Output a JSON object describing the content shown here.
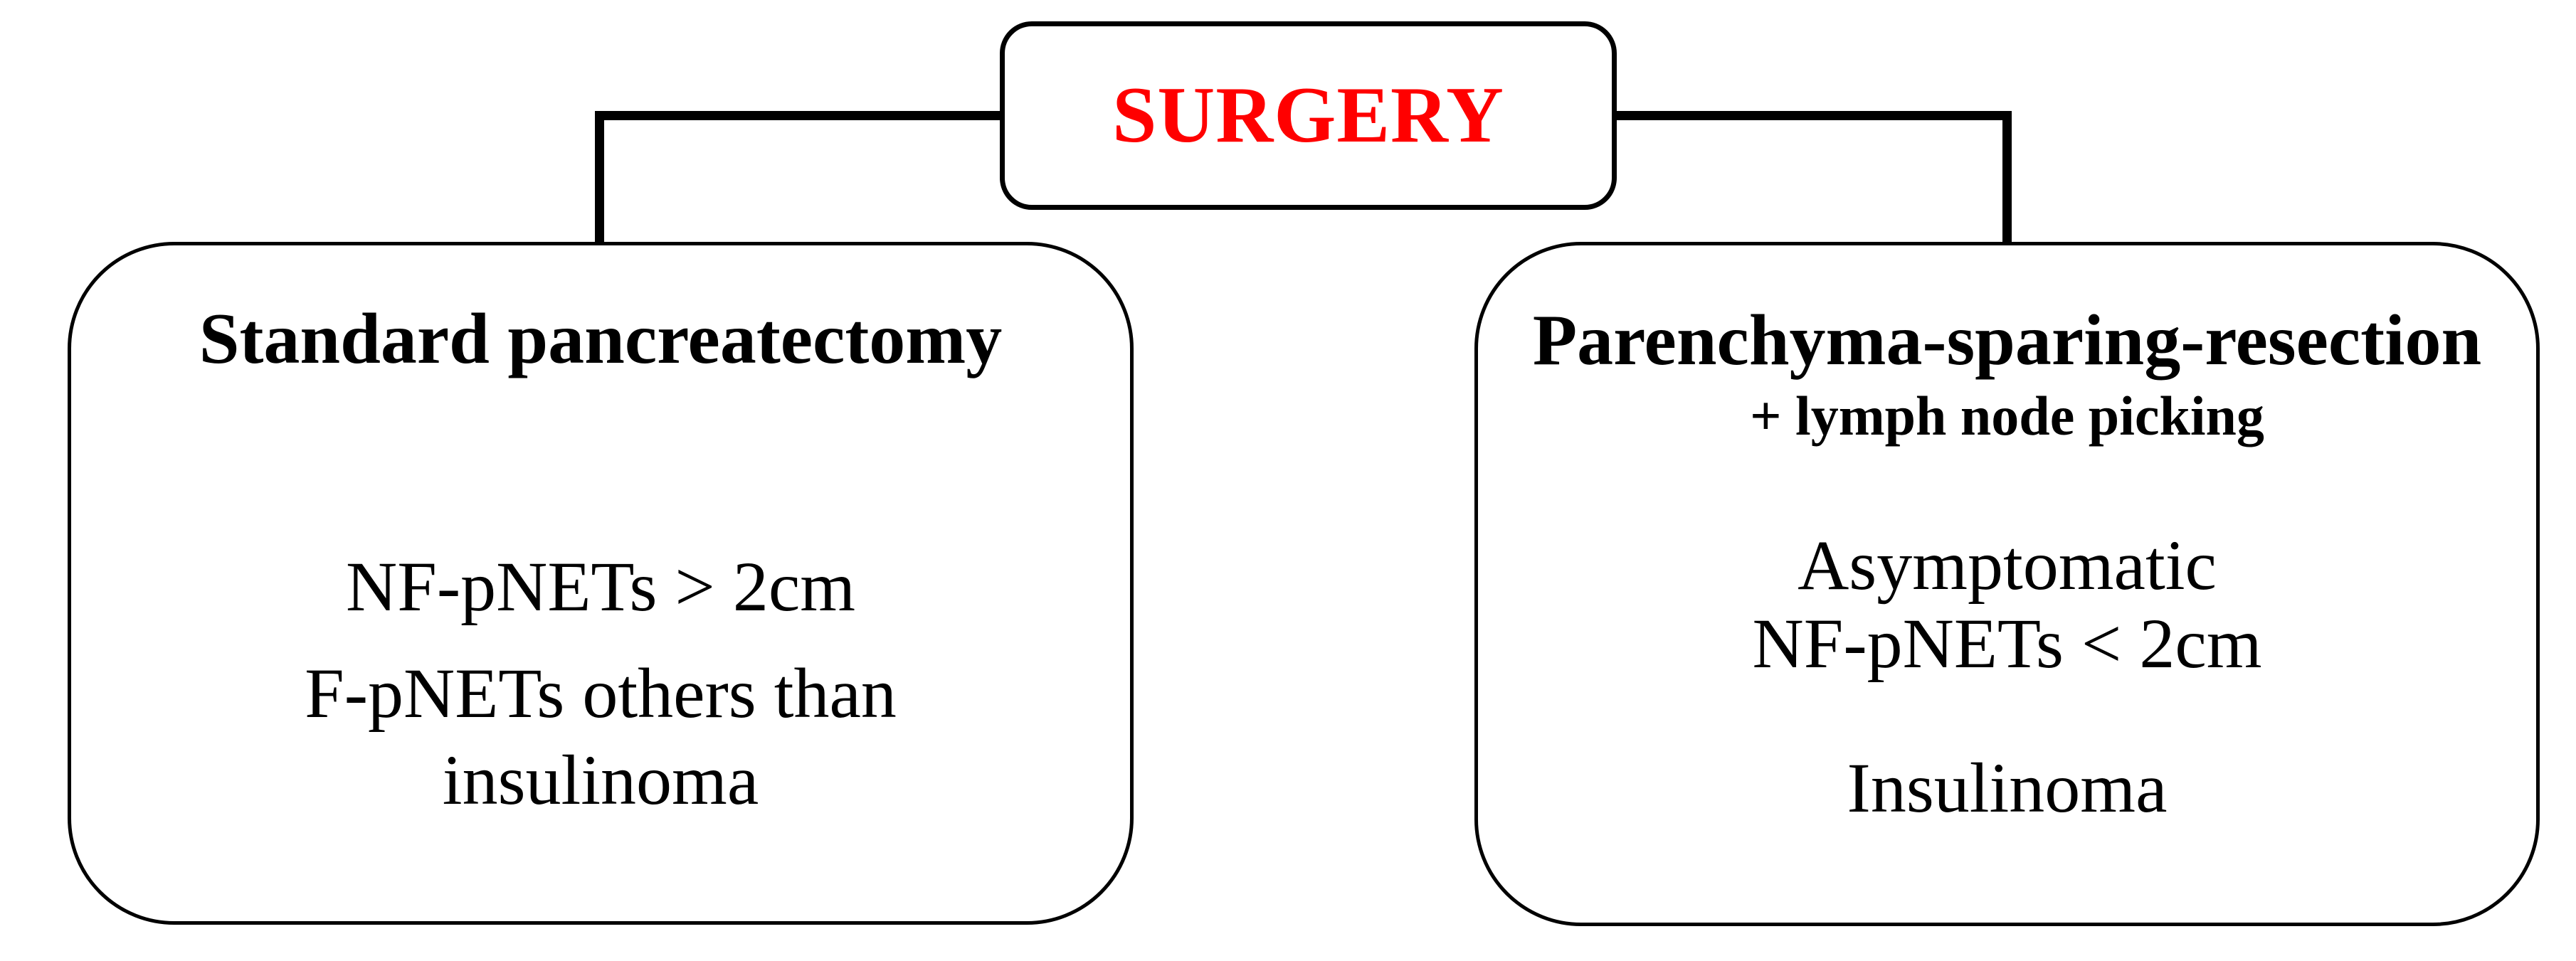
{
  "figure": {
    "background_color": "#ffffff",
    "connector_color": "#000000",
    "text_color": "#000000",
    "surgery_node": {
      "label": "SURGERY",
      "label_color": "#ff0000"
    },
    "left_node": {
      "title": "Standard pancreatectomy",
      "lines": [
        "NF-pNETs > 2cm",
        "F-pNETs others than",
        "insulinoma"
      ]
    },
    "right_node": {
      "title": "Parenchyma-sparing-resection",
      "subtitle": "+ lymph node picking",
      "lines": [
        "Asymptomatic",
        "NF-pNETs < 2cm",
        "Insulinoma"
      ]
    }
  }
}
